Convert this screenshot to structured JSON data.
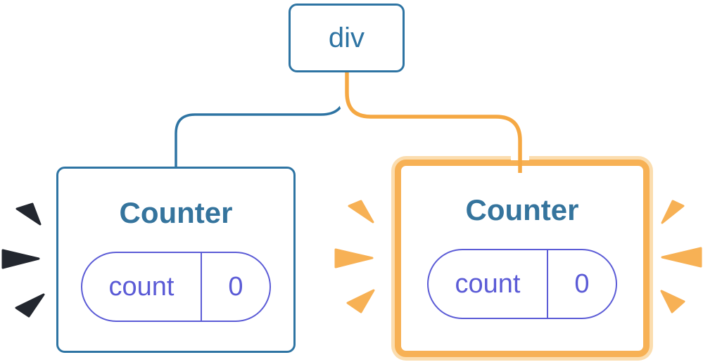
{
  "diagram": {
    "root": {
      "label": "div"
    },
    "children": [
      {
        "label": "Counter",
        "highlighted": false,
        "state": {
          "key": "count",
          "value": "0"
        }
      },
      {
        "label": "Counter",
        "highlighted": true,
        "state": {
          "key": "count",
          "value": "0"
        }
      }
    ]
  },
  "colors": {
    "blue": "#2E74A3",
    "title": "#35749D",
    "purple": "#5B5BD6",
    "orange": "#F7B155",
    "orange_line": "#F5A843",
    "pale_orange": "#FBDDAF",
    "dark_burst": "#23272F",
    "card_bg": "#FFFFFF"
  }
}
